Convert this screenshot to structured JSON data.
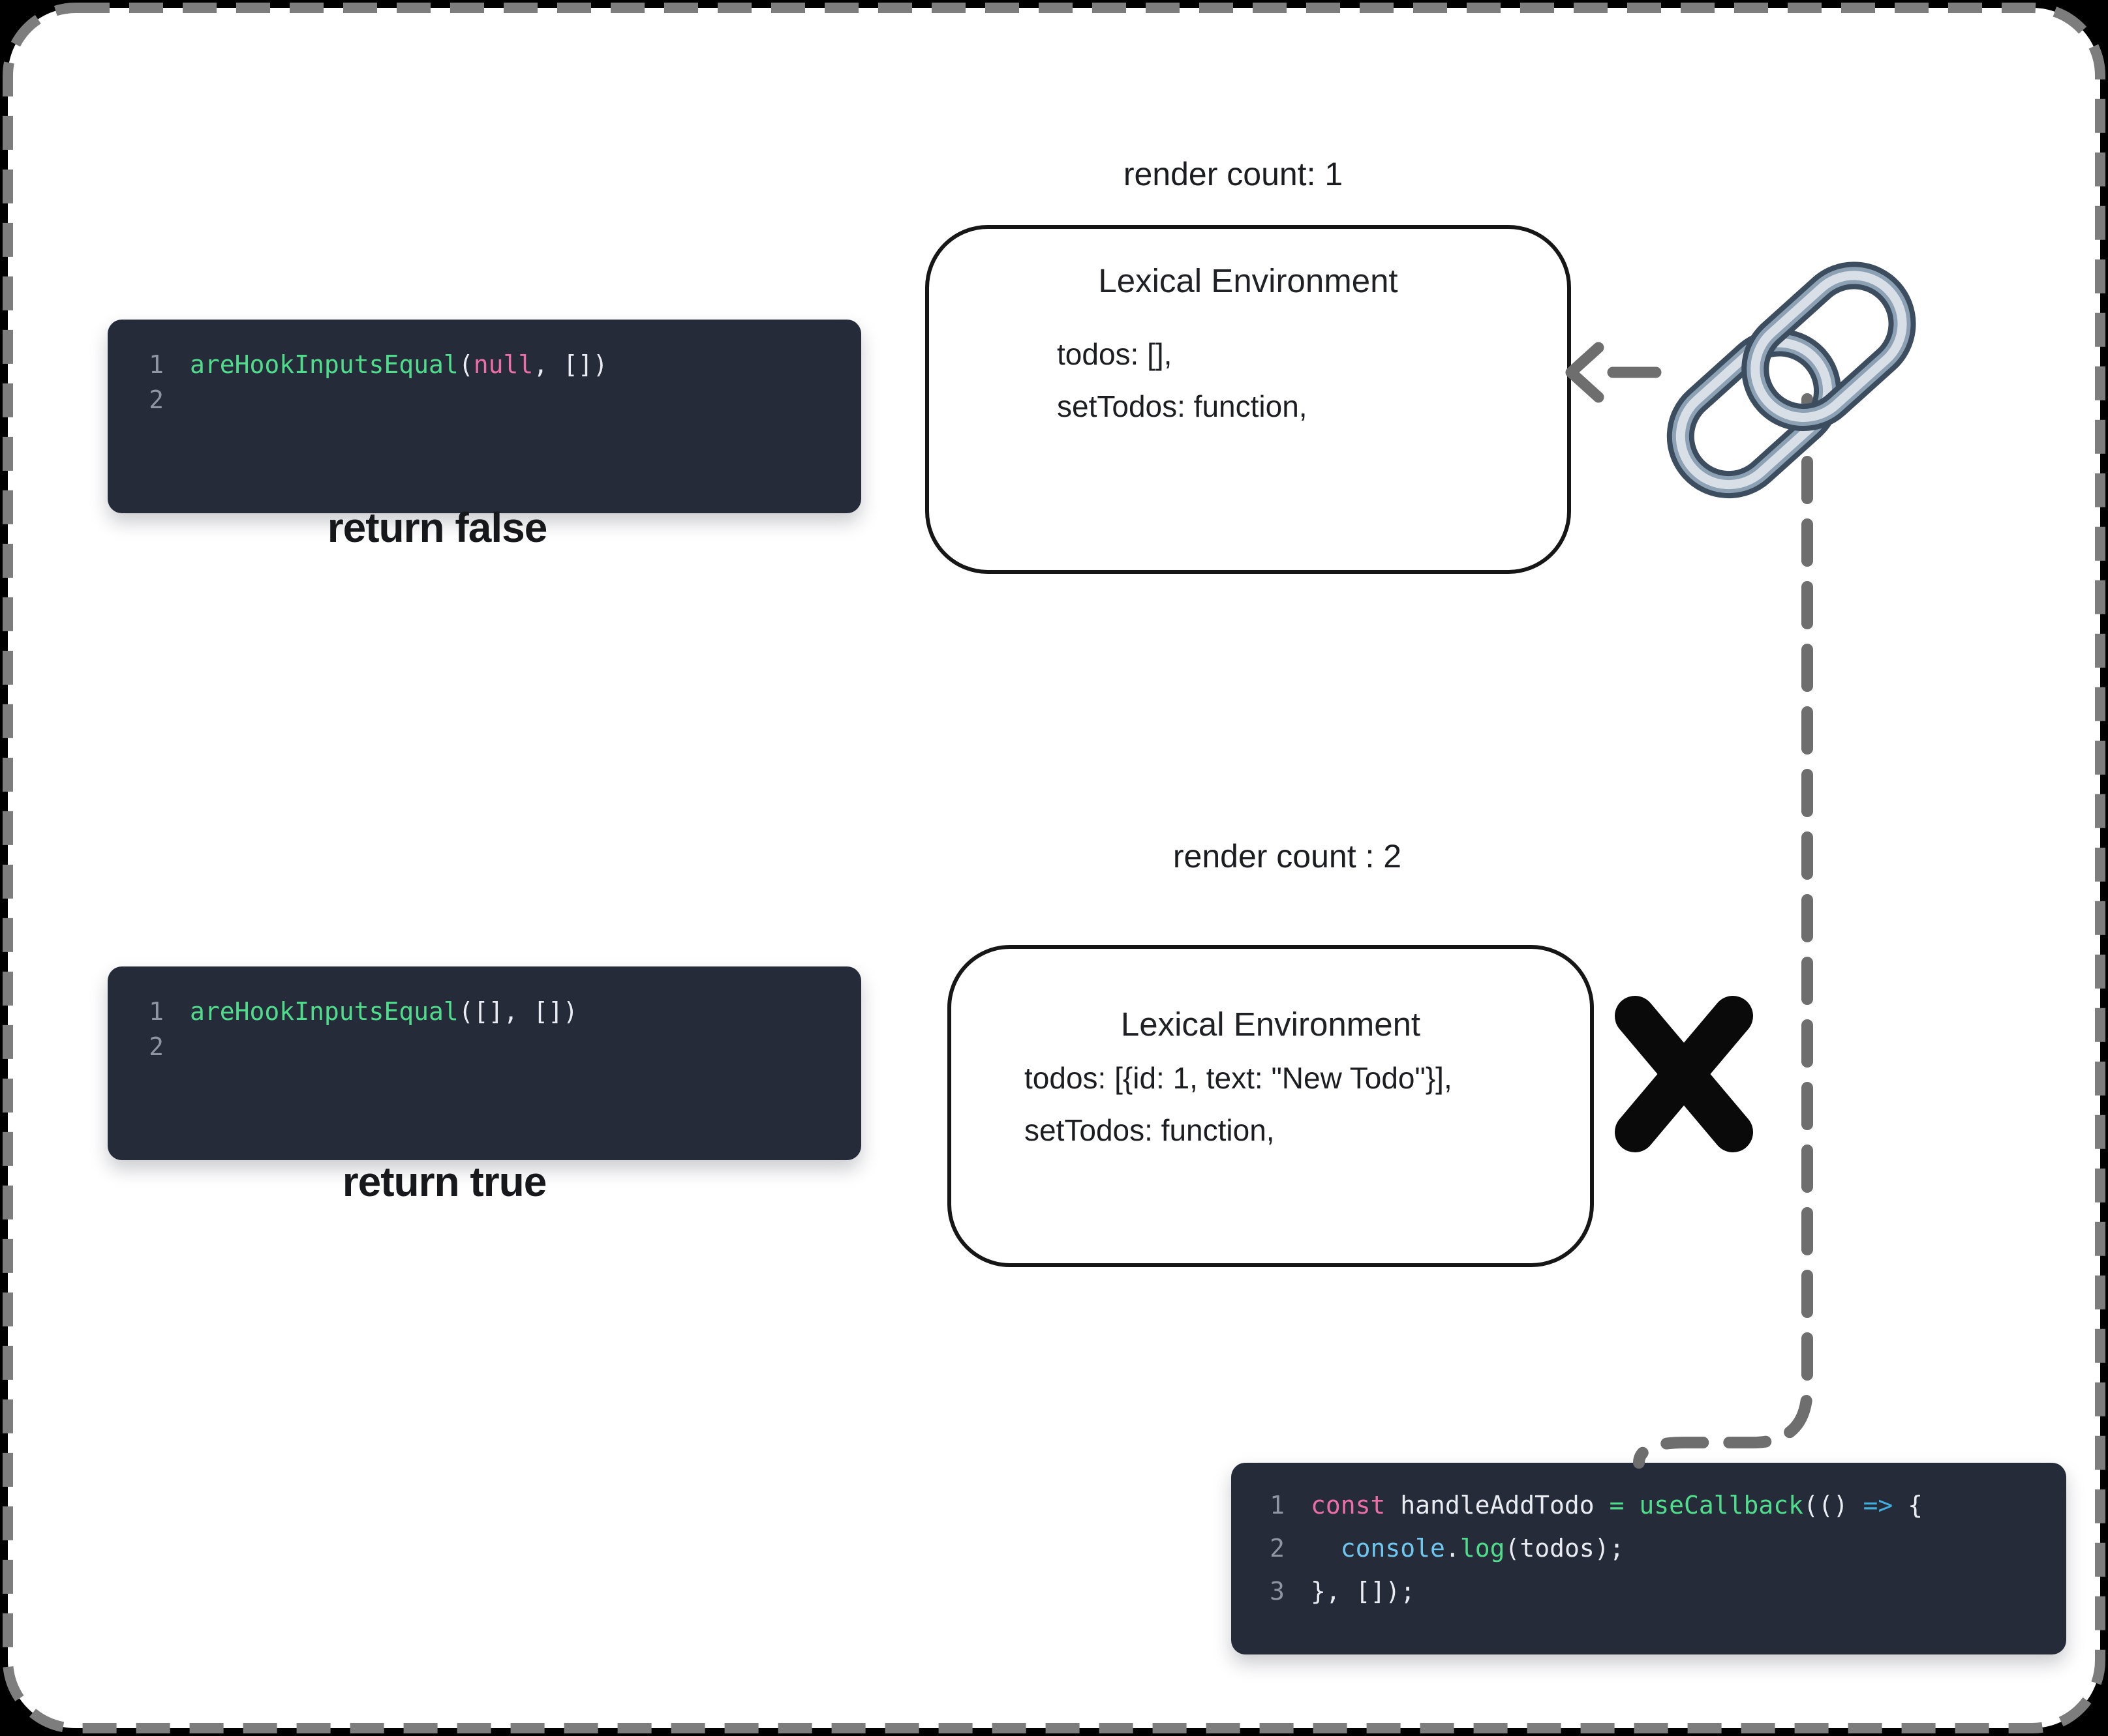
{
  "palette": {
    "code_bg": "#262b3a",
    "plain": "#e9ecf2",
    "green": "#4fdd8b",
    "pink": "#ec6ea6",
    "blue": "#41aede",
    "sky": "#6fc7f0",
    "line_number": "#8f95a1",
    "frame_dash": "#7d7d7d",
    "connector_gray": "#6e6e6e",
    "chain_dark": "#3c4d5f",
    "chain_mid": "#8da1b5",
    "chain_light": "#d9dfe7"
  },
  "scene1": {
    "render_count": "render count: 1",
    "env": {
      "title": "Lexical Environment",
      "entries": [
        "todos: [],",
        "setTodos: function,"
      ]
    },
    "code": {
      "lines": [
        {
          "num": "1",
          "tokens": [
            {
              "c": "green",
              "t": "areHookInputsEqual"
            },
            {
              "c": "plain",
              "t": "("
            },
            {
              "c": "pink",
              "t": "null"
            },
            {
              "c": "plain",
              "t": ", [])"
            }
          ]
        },
        {
          "num": "2",
          "tokens": []
        }
      ]
    },
    "verdict": "return false"
  },
  "scene2": {
    "render_count": "render count : 2",
    "env": {
      "title": "Lexical Environment",
      "entries": [
        "todos: [{id: 1, text: \"New Todo\"}],",
        "setTodos: function,"
      ]
    },
    "code": {
      "lines": [
        {
          "num": "1",
          "tokens": [
            {
              "c": "green",
              "t": "areHookInputsEqual"
            },
            {
              "c": "plain",
              "t": "([], [])"
            }
          ]
        },
        {
          "num": "2",
          "tokens": []
        }
      ]
    },
    "verdict": "return true"
  },
  "callback_code": {
    "lines": [
      {
        "num": "1",
        "tokens": [
          {
            "c": "pink",
            "t": "const"
          },
          {
            "c": "plain",
            "t": " handleAddTodo "
          },
          {
            "c": "green",
            "t": "="
          },
          {
            "c": "plain",
            "t": " "
          },
          {
            "c": "green",
            "t": "useCallback"
          },
          {
            "c": "plain",
            "t": "(() "
          },
          {
            "c": "blue",
            "t": "=>"
          },
          {
            "c": "plain",
            "t": " {"
          }
        ]
      },
      {
        "num": "2",
        "tokens": [
          {
            "c": "plain",
            "t": "  "
          },
          {
            "c": "sky",
            "t": "console"
          },
          {
            "c": "plain",
            "t": "."
          },
          {
            "c": "green",
            "t": "log"
          },
          {
            "c": "plain",
            "t": "(todos);"
          }
        ]
      },
      {
        "num": "3",
        "tokens": [
          {
            "c": "plain",
            "t": "}, []);"
          }
        ]
      }
    ]
  },
  "icons": {
    "chain": "chain-link-icon",
    "arrow": "arrow-left-icon",
    "cross": "x-mark-icon"
  }
}
